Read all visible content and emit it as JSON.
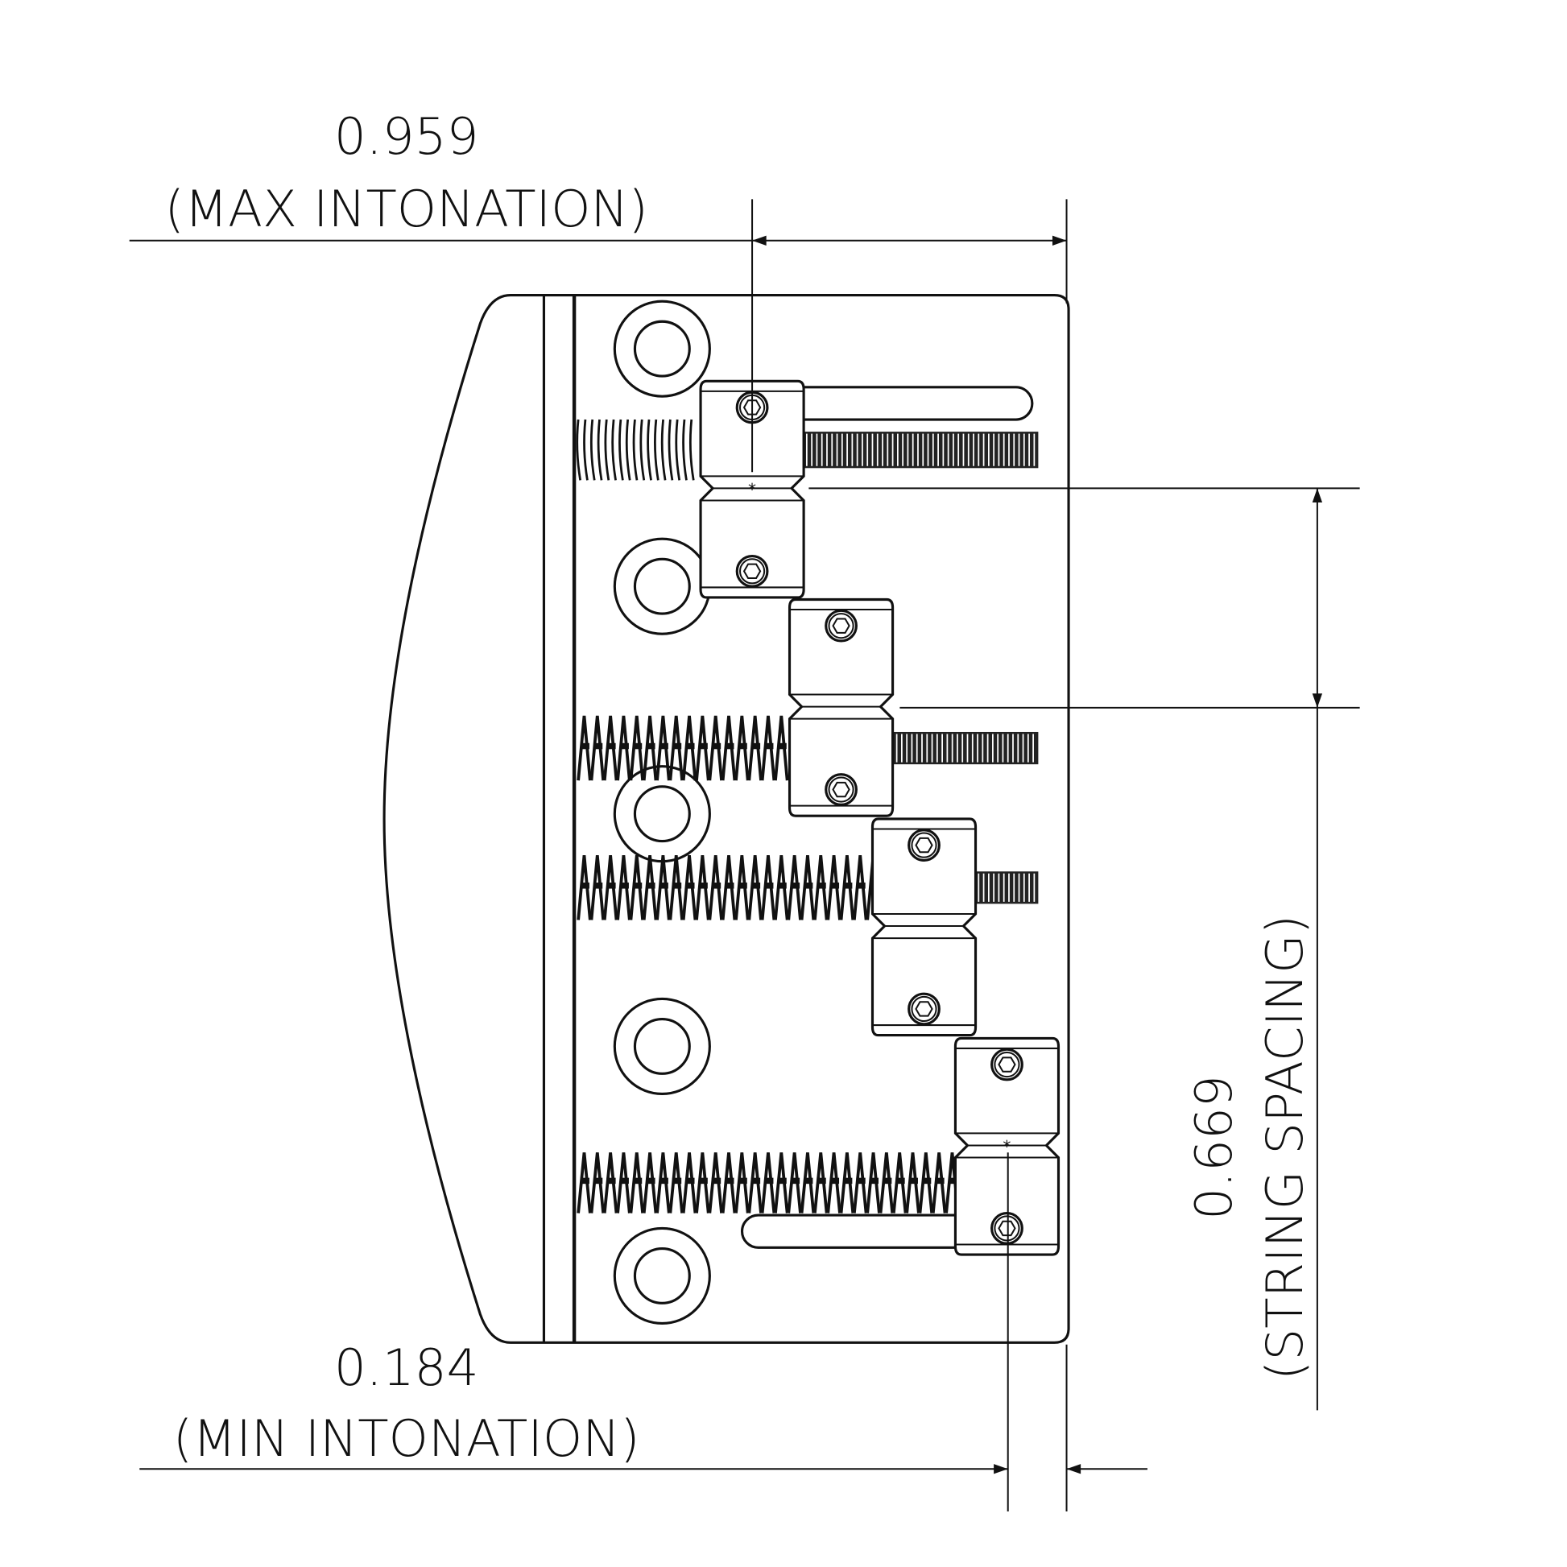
{
  "dimensions": {
    "max_intonation": {
      "value": "0.959",
      "label": "(MAX INTONATION)"
    },
    "min_intonation": {
      "value": "0.184",
      "label": "(MIN INTONATION)"
    },
    "string_spacing": {
      "value": "0.669",
      "label": "(STRING SPACING)"
    }
  },
  "colors": {
    "line": "#111111",
    "background": "#ffffff"
  }
}
